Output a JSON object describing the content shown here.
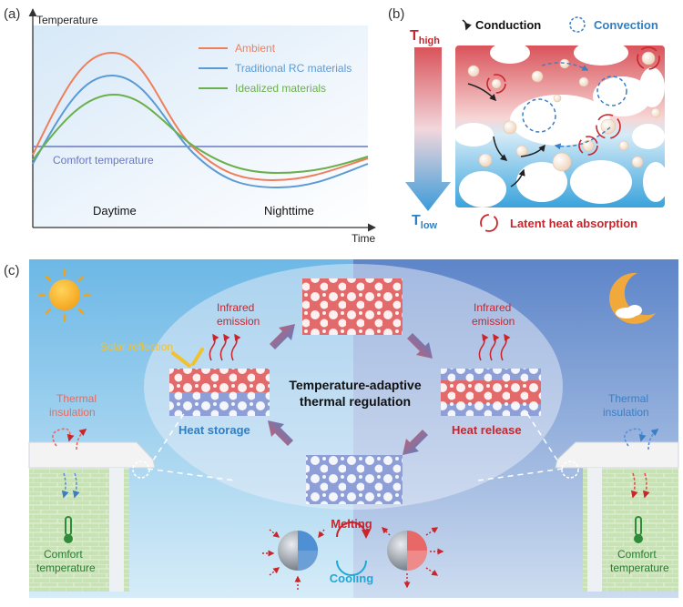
{
  "panel_a": {
    "label": "(a)",
    "ylabel": "Temperature",
    "xlabel": "Time",
    "day_label": "Daytime",
    "night_label": "Nighttime",
    "comfort_label": "Comfort temperature",
    "legend": [
      {
        "name": "Ambient",
        "color": "#ef7f5c"
      },
      {
        "name": "Traditional RC materials",
        "color": "#5b9bd5"
      },
      {
        "name": "Idealized materials",
        "color": "#6ab04c"
      }
    ],
    "comfort_color": "#6a78c0"
  },
  "panel_b": {
    "label": "(b)",
    "t_high": "T",
    "t_high_sub": "high",
    "t_low": "T",
    "t_low_sub": "low",
    "conduction": "Conduction",
    "convection": "Convection",
    "latent": "Latent heat absorption"
  },
  "panel_c": {
    "label": "(c)",
    "solar_reflection": "Solar reflection",
    "infrared_left_1": "Infrared",
    "infrared_left_2": "emission",
    "infrared_right_1": "Infrared",
    "infrared_right_2": "emission",
    "center_1": "Temperature-adaptive",
    "center_2": "thermal regulation",
    "heat_storage": "Heat storage",
    "heat_release": "Heat release",
    "thermal_insulation_left_1": "Thermal",
    "thermal_insulation_left_2": "insulation",
    "thermal_insulation_right_1": "Thermal",
    "thermal_insulation_right_2": "insulation",
    "comfort_left_1": "Comfort",
    "comfort_left_2": "temperature",
    "comfort_right_1": "Comfort",
    "comfort_right_2": "temperature",
    "melting": "Melting",
    "cooling": "Cooling"
  }
}
